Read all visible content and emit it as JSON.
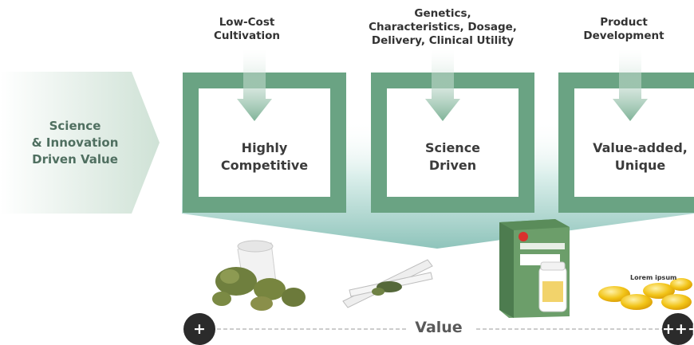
{
  "top_labels": {
    "cultivation": "Low-Cost\nCultivation",
    "genetics": "Genetics,\nCharacteristics, Dosage,\nDelivery, Clinical Utility",
    "product": "Product\nDevelopment"
  },
  "chevron_text": "Science\n& Innovation\nDriven Value",
  "boxes": [
    {
      "label": "Highly\nCompetitive"
    },
    {
      "label": "Science\nDriven"
    },
    {
      "label": "Value-added,\nUnique"
    }
  ],
  "value_axis": {
    "label": "Value",
    "low_symbol": "+",
    "high_symbol": "+++"
  },
  "product_caption": "Lorem ipsum",
  "colors": {
    "frame_green": "#6aa383",
    "chevron_fill": "#d5e6dc",
    "trapezoid_fill": "#b9dbd4"
  },
  "images": [
    "cannabis-buds-image",
    "pre-roll-joints-image",
    "medicine-box-bottle-image",
    "softgel-capsules-image"
  ]
}
